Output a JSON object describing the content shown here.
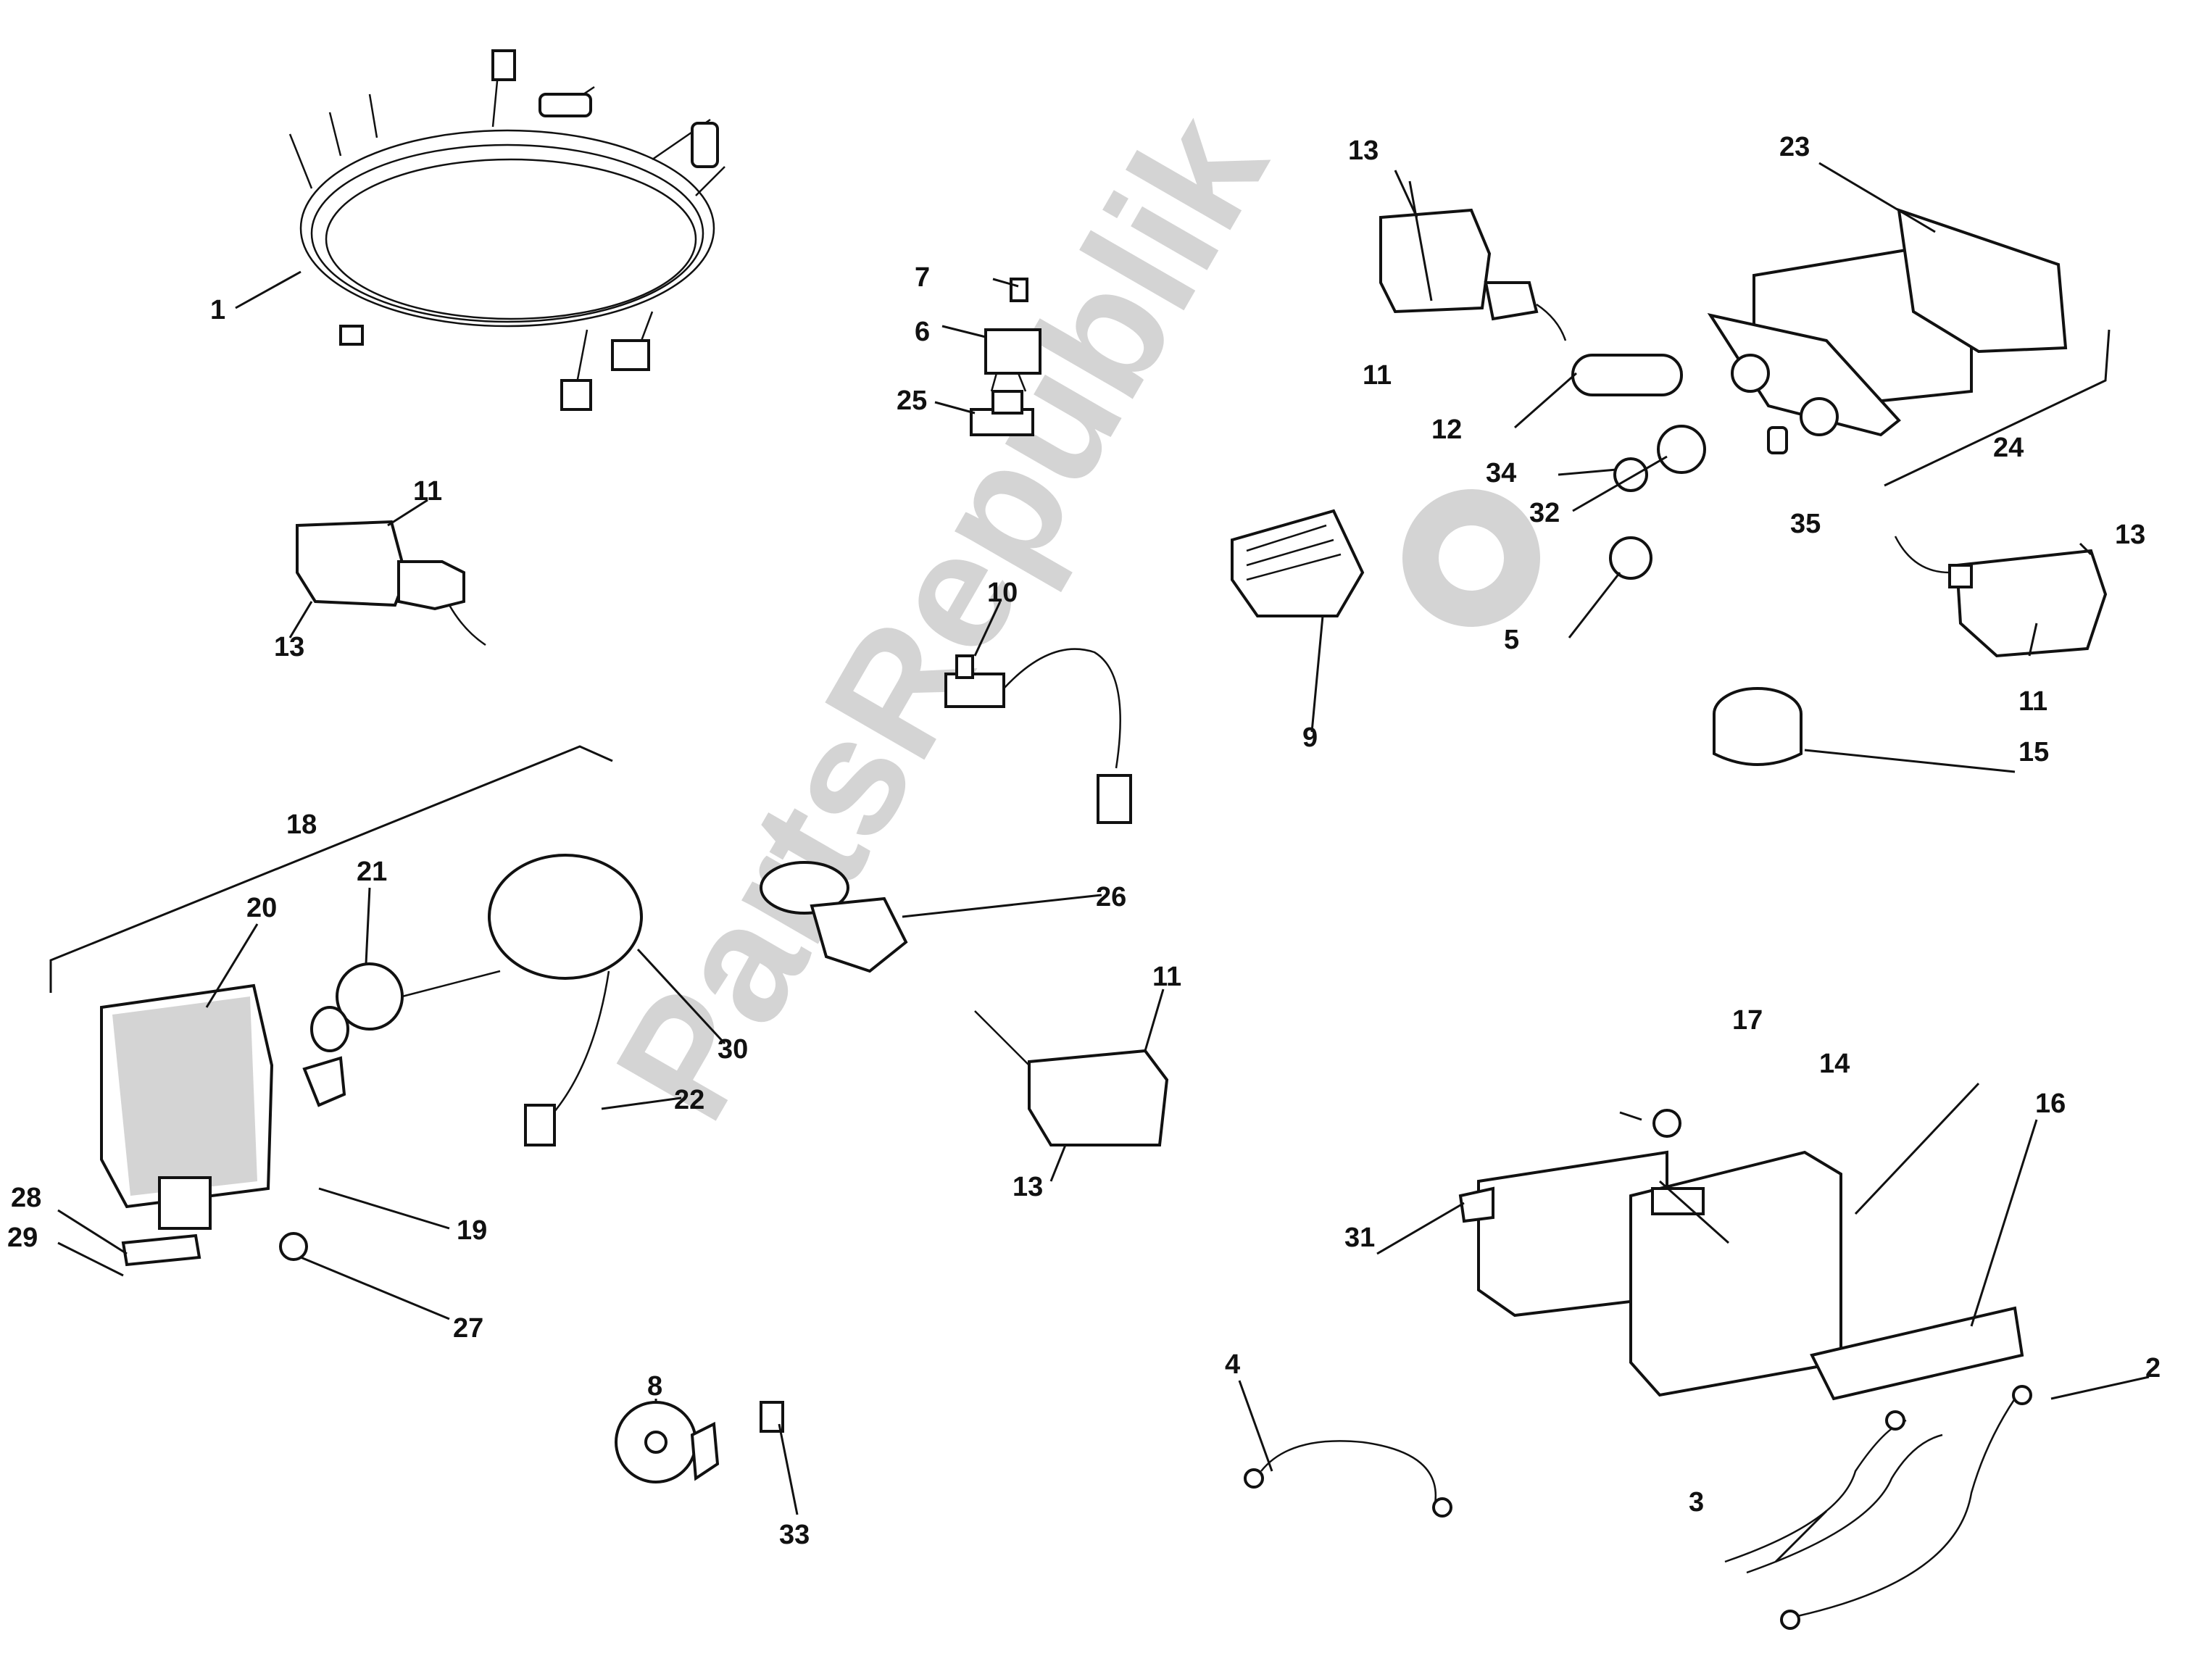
{
  "watermark": {
    "text": "PartsRepublik",
    "color": "#d4d4d4"
  },
  "callouts": {
    "c1": "1",
    "c2": "2",
    "c3": "3",
    "c4": "4",
    "c5": "5",
    "c6": "6",
    "c7": "7",
    "c8": "8",
    "c9": "9",
    "c10": "10",
    "c11a": "11",
    "c11b": "11",
    "c11c": "11",
    "c11d": "11",
    "c12": "12",
    "c13a": "13",
    "c13b": "13",
    "c13c": "13",
    "c13d": "13",
    "c14": "14",
    "c15": "15",
    "c16": "16",
    "c17": "17",
    "c18": "18",
    "c19": "19",
    "c20": "20",
    "c21": "21",
    "c22": "22",
    "c23": "23",
    "c24": "24",
    "c25": "25",
    "c26": "26",
    "c27": "27",
    "c28": "28",
    "c29": "29",
    "c30": "30",
    "c31": "31",
    "c32": "32",
    "c33": "33",
    "c34": "34",
    "c35": "35"
  }
}
